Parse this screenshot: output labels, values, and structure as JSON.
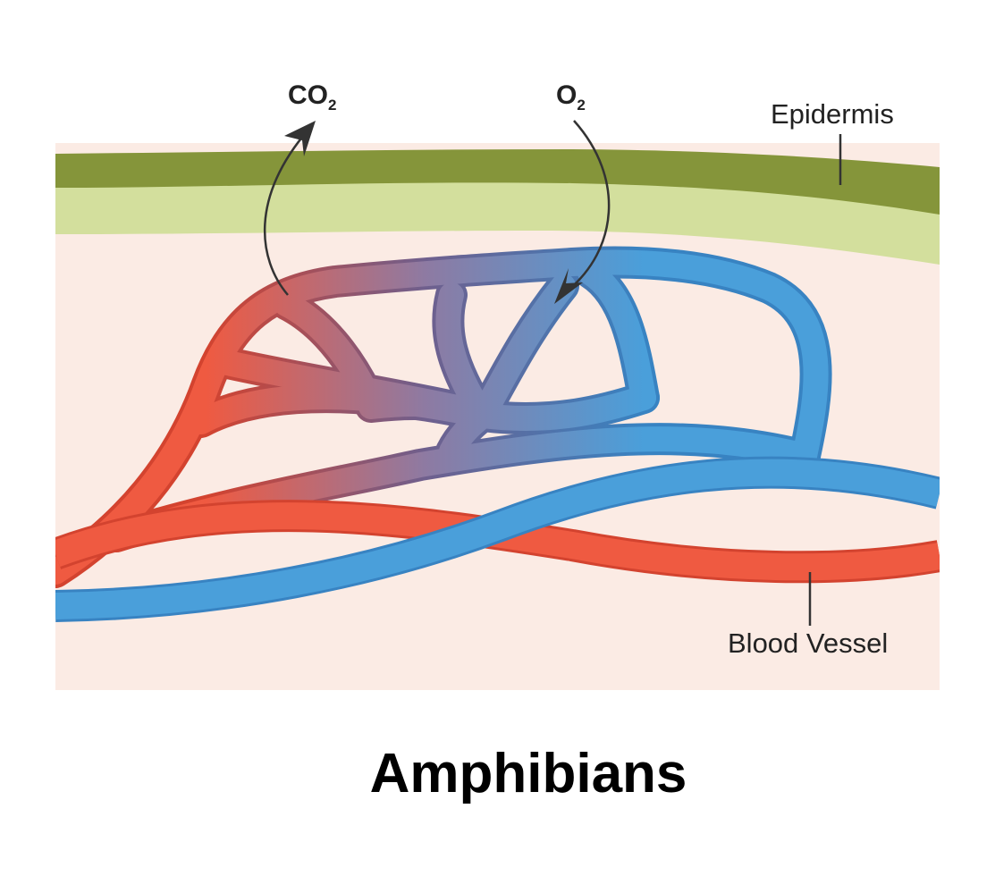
{
  "labels": {
    "co2_main": "CO",
    "co2_sub": "2",
    "o2_main": "O",
    "o2_sub": "2",
    "epidermis": "Epidermis",
    "blood_vessel": "Blood Vessel",
    "title": "Amphibians"
  },
  "colors": {
    "background": "#ffffff",
    "tissue": "#fbebe4",
    "epidermis_dark": "#85953a",
    "epidermis_light": "#d3df9d",
    "artery_red": "#ef5a41",
    "vein_blue": "#4a9fda",
    "mixed_purple": "#8e7aa2",
    "vessel_outline_red": "#d3432f",
    "vessel_outline_blue": "#3883c2",
    "arrow": "#333333",
    "text": "#222222"
  },
  "icons": {
    "co2_arrow": "curved-arrow-up-icon",
    "o2_arrow": "curved-arrow-down-icon"
  }
}
